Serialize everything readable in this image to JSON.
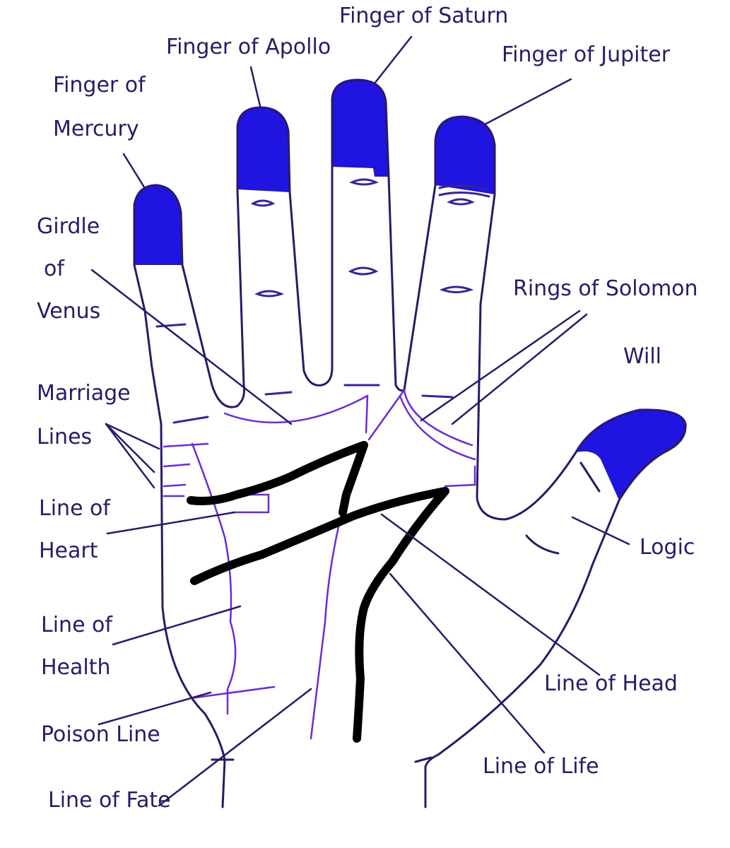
{
  "labels": {
    "finger_saturn": "Finger of Saturn",
    "finger_apollo": "Finger of Apollo",
    "finger_jupiter": "Finger of Jupiter",
    "finger_mercury_1": "Finger of",
    "finger_mercury_2": "Mercury",
    "girdle_1": "Girdle",
    "girdle_2": "of",
    "girdle_3": "Venus",
    "rings_of_solomon": "Rings of Solomon",
    "will": "Will",
    "marriage_1": "Marriage",
    "marriage_2": "Lines",
    "heart_1": "Line of",
    "heart_2": "Heart",
    "logic": "Logic",
    "health_1": "Line of",
    "health_2": "Health",
    "line_of_head": "Line of Head",
    "poison_line": "Poison Line",
    "line_of_life": "Line of Life",
    "line_of_fate": "Line of Fate"
  },
  "colors": {
    "text": "#2b1a66",
    "fingertip": "#1f14e0",
    "outline": "#2a1a66",
    "palm_line": "#6a2bd8",
    "major_line": "#000000"
  }
}
